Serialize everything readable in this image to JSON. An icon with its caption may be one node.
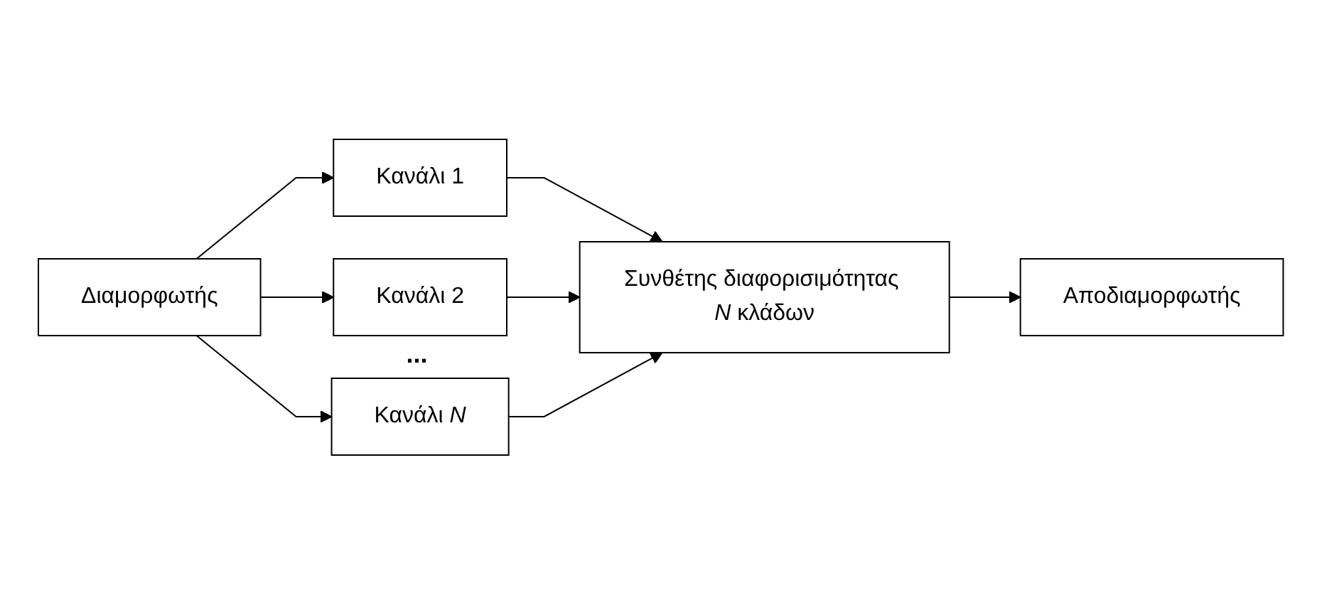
{
  "diagram": {
    "nodes": [
      {
        "text": [
          "Διαμορφωτής"
        ]
      },
      {
        "text": [
          "Κανάλι 1"
        ]
      },
      {
        "text": [
          "Κανάλι 2"
        ]
      },
      {
        "text": [
          "Κανάλι *N*"
        ]
      },
      {
        "text": [
          "Συνθέτης διαφορισιμότητας *N* κλάδων"
        ]
      },
      {
        "text": [
          "Αποδιαμορφωτής"
        ]
      }
    ],
    "edges": [
      {
        "from": 0,
        "to": 1,
        "arrow": "to"
      },
      {
        "from": 0,
        "to": 2,
        "arrow": "to"
      },
      {
        "from": 0,
        "to": 3,
        "arrow": "to"
      },
      {
        "from": 1,
        "to": 4,
        "arrow": "to"
      },
      {
        "from": 2,
        "to": 4,
        "arrow": "to"
      },
      {
        "from": 3,
        "to": 4,
        "arrow": "to"
      },
      {
        "from": 4,
        "to": 5,
        "arrow": "to"
      }
    ],
    "labels": [
      "..."
    ]
  }
}
